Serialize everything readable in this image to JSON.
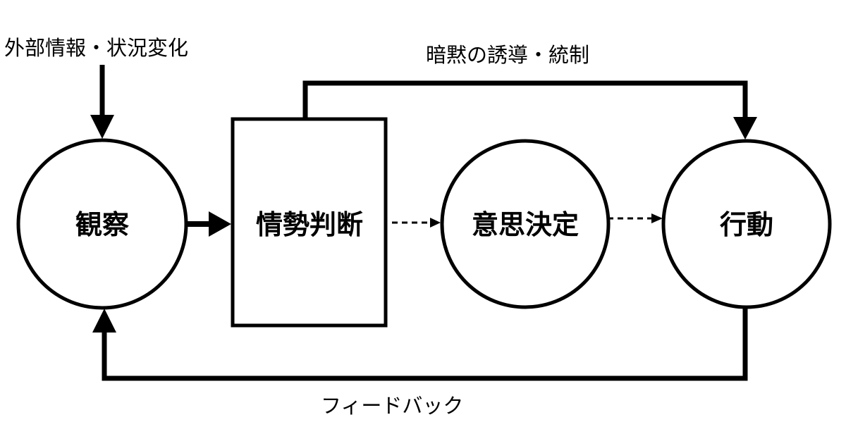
{
  "title": "OODA loop diagram",
  "colors": {
    "stroke": "#000000",
    "background": "#ffffff"
  },
  "nodes": {
    "observe": "観察",
    "orient": "情勢判断",
    "decide": "意思決定",
    "act": "行動"
  },
  "labels": {
    "external_input": "外部情報・状況変化",
    "implicit_guidance": "暗黙の誘導・統制",
    "feedback": "フィードバック"
  }
}
